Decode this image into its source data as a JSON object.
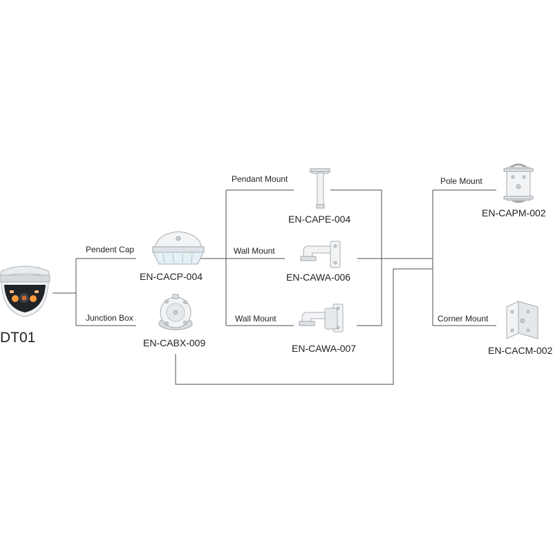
{
  "camera": {
    "name": "DT01",
    "icon": "dome-camera-icon"
  },
  "connections": {
    "pendent_cap": "Pendent Cap",
    "junction_box": "Junction Box",
    "pendant_mount": "Pendant Mount",
    "wall_mount_1": "Wall Mount",
    "wall_mount_2": "Wall Mount",
    "pole_mount": "Pole Mount",
    "corner_mount": "Corner Mount"
  },
  "products": {
    "cacp": {
      "model": "EN-CACP-004",
      "icon": "pendent-cap-icon"
    },
    "cabx": {
      "model": "EN-CABX-009",
      "icon": "junction-box-icon"
    },
    "cape": {
      "model": "EN-CAPE-004",
      "icon": "pendant-mount-icon"
    },
    "cawa006": {
      "model": "EN-CAWA-006",
      "icon": "wall-mount-icon"
    },
    "cawa007": {
      "model": "EN-CAWA-007",
      "icon": "wall-mount-box-icon"
    },
    "capm": {
      "model": "EN-CAPM-002",
      "icon": "pole-mount-icon"
    },
    "cacm": {
      "model": "EN-CACM-002",
      "icon": "corner-mount-icon"
    }
  },
  "colors": {
    "background": "#ffffff",
    "line": "#4d4d4d",
    "text": "#1f1f1f",
    "camera_lens": "#c96a2a"
  }
}
